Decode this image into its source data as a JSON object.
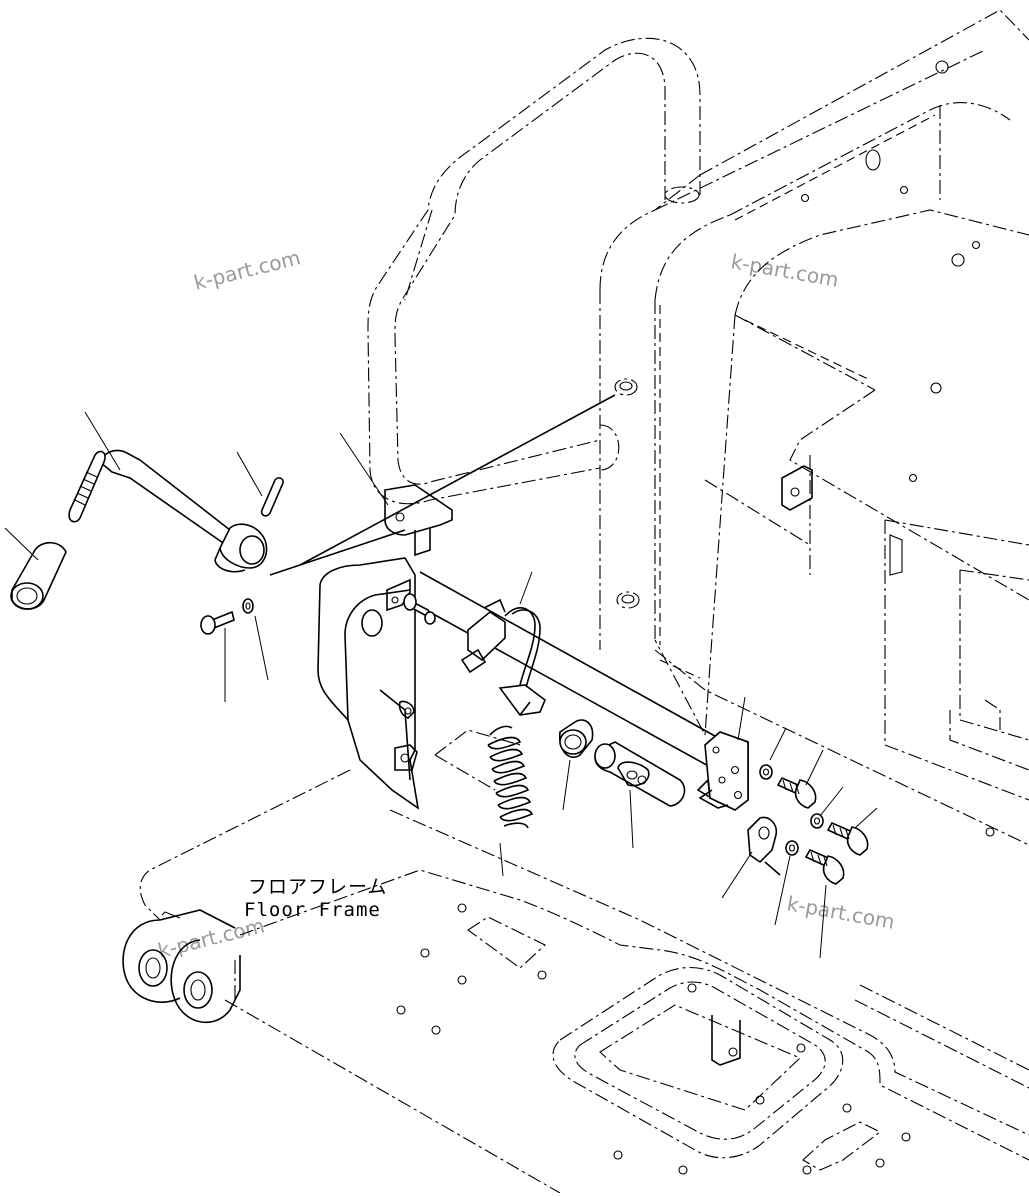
{
  "labels": {
    "floor_frame_jp": "フロアフレーム",
    "floor_frame_en": "Floor Frame"
  },
  "watermarks": [
    "k-part.com",
    "k-part.com",
    "k-part.com",
    "k-part.com"
  ]
}
